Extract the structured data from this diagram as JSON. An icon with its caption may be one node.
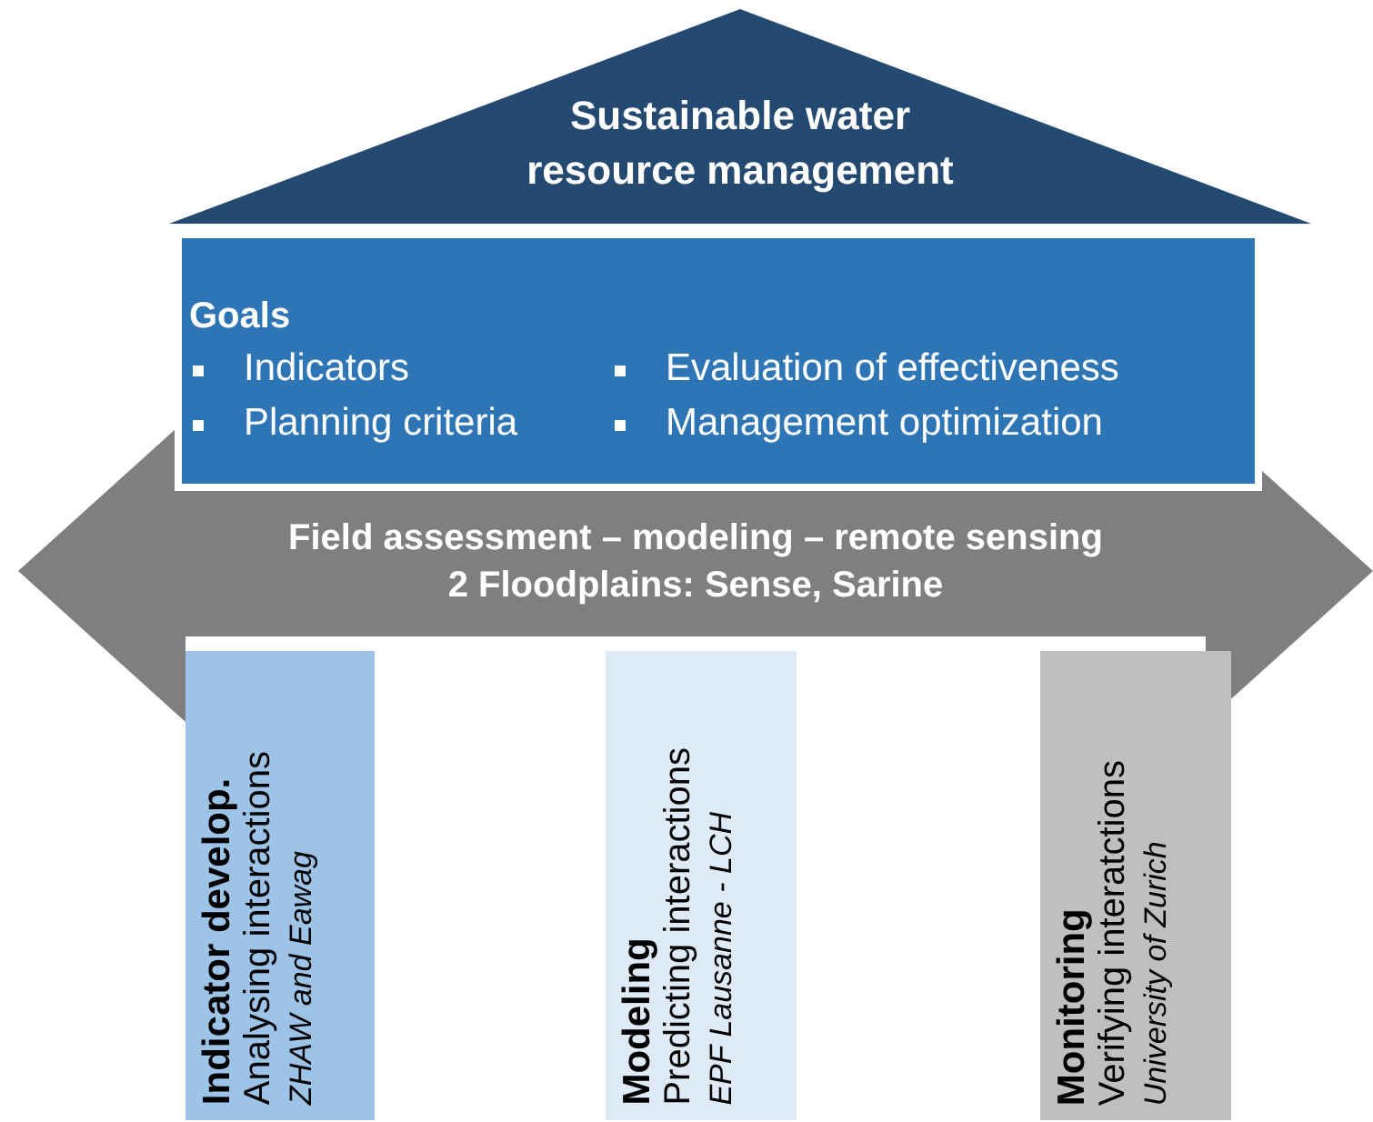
{
  "diagram": {
    "nodes": [
      {
        "text": [
          "Sustainable water resource management"
        ]
      },
      {
        "text": [
          "Goals",
          "Indicators",
          "Evaluation of effectiveness",
          "Planning criteria",
          "Management optimization"
        ]
      },
      {
        "text": [
          "Field assessment – modeling – remote sensing",
          "2 Floodplains: Sense, Sarine"
        ]
      },
      {
        "text": [
          "Indicator develop.",
          "Analysing interactions",
          "ZHAW and Eawag"
        ]
      },
      {
        "text": [
          "Modeling",
          "Predicting interactions",
          "EPF Lausanne - LCH"
        ]
      },
      {
        "text": [
          "Monitoring",
          "Verifying interatctions",
          "University of Zurich"
        ]
      }
    ],
    "edges": []
  }
}
